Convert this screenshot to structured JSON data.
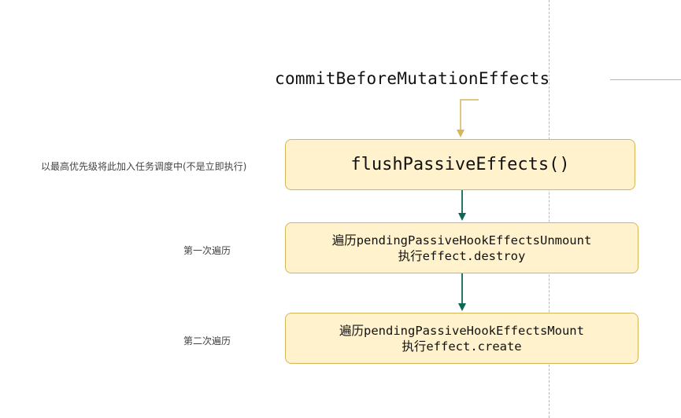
{
  "diagram": {
    "title": "commitBeforeMutationEffects",
    "nodes": [
      {
        "id": "flush",
        "lines": [
          "flushPassiveEffects()"
        ]
      },
      {
        "id": "unmount",
        "lines": [
          "遍历pendingPassiveHookEffectsUnmount",
          "执行effect.destroy"
        ]
      },
      {
        "id": "mount",
        "lines": [
          "遍历pendingPassiveHookEffectsMount",
          "执行effect.create"
        ]
      }
    ],
    "notes": [
      "以最高优先级将此加入任务调度中(不是立即执行)",
      "第一次遍历",
      "第二次遍历"
    ],
    "colors": {
      "box_fill": "#fff2cc",
      "box_stroke": "#d6b656",
      "arrow_gold": "#d6b656",
      "arrow_green": "#0e6655",
      "dashed_line": "#b8b8b8"
    }
  }
}
